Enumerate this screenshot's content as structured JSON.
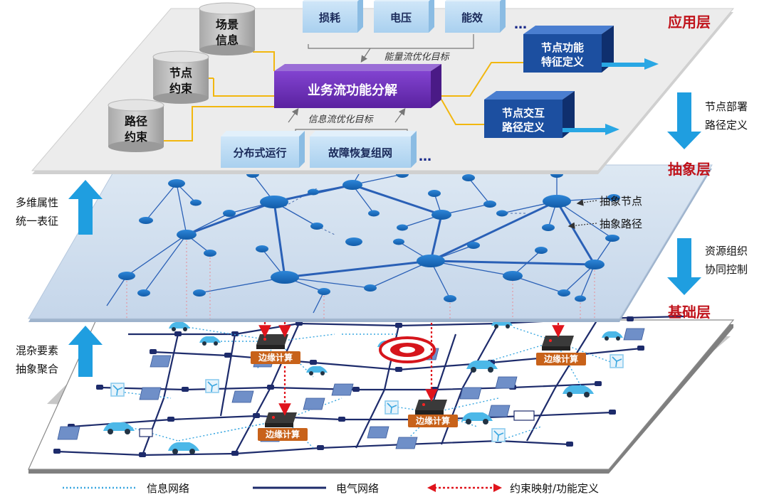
{
  "layers": {
    "app": "应用层",
    "abstract": "抽象层",
    "base": "基础层"
  },
  "app_layer": {
    "databases": [
      {
        "line1": "场景",
        "line2": "信息"
      },
      {
        "line1": "节点",
        "line2": "约束"
      },
      {
        "line1": "路径",
        "line2": "约束"
      }
    ],
    "top_boxes": [
      "损耗",
      "电压",
      "能效"
    ],
    "top_ellipsis": "…",
    "energy_goal": "能量流优化目标",
    "main_box": "业务流功能分解",
    "info_goal": "信息流优化目标",
    "bottom_boxes": [
      "分布式运行",
      "故障恢复组网"
    ],
    "bottom_ellipsis": "…",
    "cube1": {
      "line1": "节点功能",
      "line2": "特征定义"
    },
    "cube2": {
      "line1": "节点交互",
      "line2": "路径定义"
    }
  },
  "abstract_layer": {
    "node_label": "抽象节点",
    "path_label": "抽象路径"
  },
  "base_layer": {
    "edge_label": "边缘计算"
  },
  "side_labels": {
    "right1": {
      "line1": "节点部署",
      "line2": "路径定义"
    },
    "right2": {
      "line1": "资源组织",
      "line2": "协同控制"
    },
    "left1": {
      "line1": "多维属性",
      "line2": "统一表征"
    },
    "left2": {
      "line1": "混杂要素",
      "line2": "抽象聚合"
    }
  },
  "legend": [
    {
      "label": "信息网络",
      "style": "dotted"
    },
    {
      "label": "电气网络",
      "style": "solid"
    },
    {
      "label": "约束映射/功能定义",
      "style": "red-dotted-arrow"
    }
  ],
  "colors": {
    "layer_title": "#c0131b",
    "arrow_blue": "#1f9ee0",
    "node_blue": "#1b6fc4",
    "purple": "#6b2fb3",
    "cube_blue": "#1c4fa0",
    "orange_label": "#c8621a",
    "gold_line": "#f2b70f",
    "electric": "#1d2b6b",
    "info": "#3aa7e0",
    "mapping": "#e0141c"
  }
}
